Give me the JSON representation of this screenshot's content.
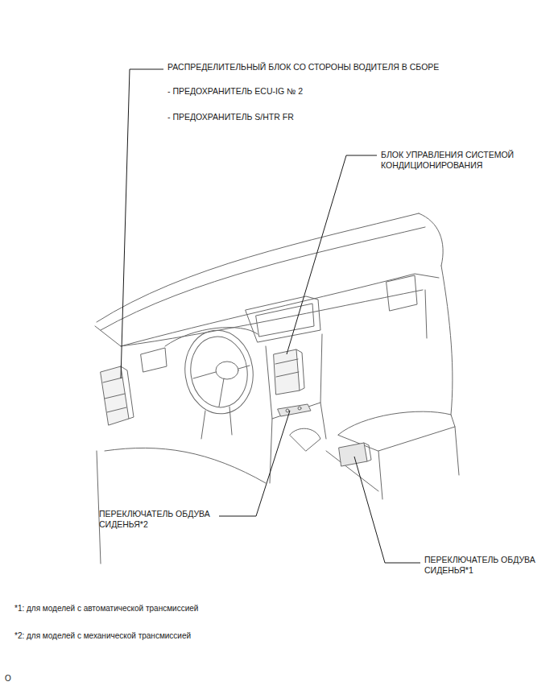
{
  "diagram": {
    "labels": [
      "РАСПРЕДЕЛИТЕЛЬНЫЙ БЛОК СО СТОРОНЫ ВОДИТЕЛЯ В СБОРЕ",
      "- ПРЕДОХРАНИТЕЛЬ ECU-IG № 2",
      "- ПРЕДОХРАНИТЕЛЬ S/HTR FR",
      "БЛОК УПРАВЛЕНИЯ СИСТЕМОЙ КОНДИЦИОНИРОВАНИЯ",
      "ПЕРЕКЛЮЧАТЕЛЬ ОБДУВА СИДЕНЬЯ*2",
      "ПЕРЕКЛЮЧАТЕЛЬ ОБДУВА СИДЕНЬЯ*1",
      "*1: для моделей с автоматической трансмиссией",
      "*2: для моделей с механической трансмиссией",
      "O"
    ]
  }
}
